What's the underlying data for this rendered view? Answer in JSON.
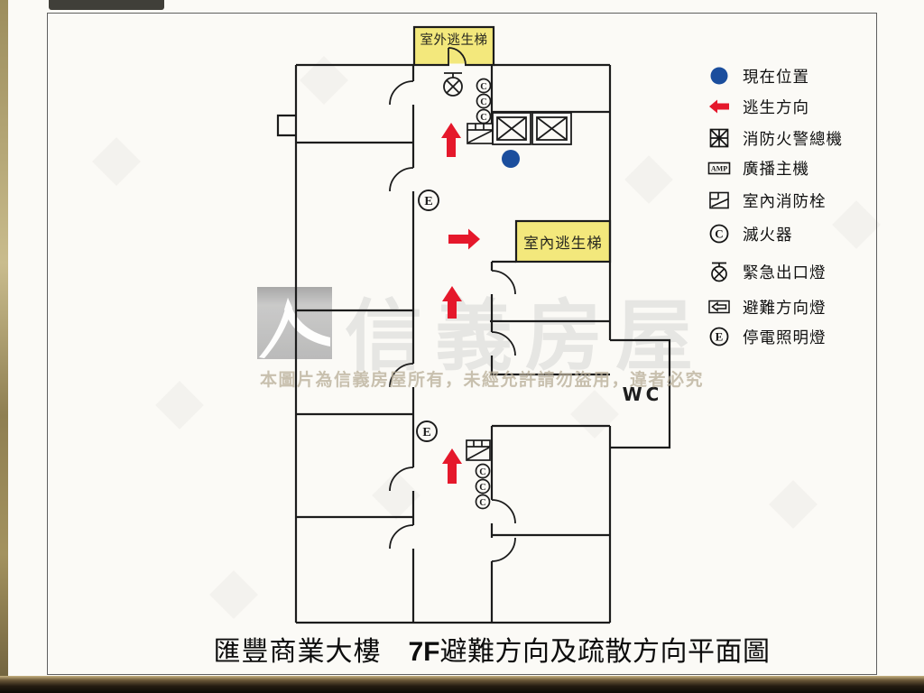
{
  "page": {
    "title": {
      "building": "匯豐商業大樓",
      "floor": "7F",
      "rest": "避難方向及疏散方向平面圖"
    }
  },
  "plan": {
    "labels": {
      "outdoor_stair": "室外逃生梯",
      "indoor_stair": "室內逃生梯",
      "wc": "WC"
    },
    "symbols": {
      "extinguisher_letter": "C",
      "blackout_letter": "E"
    }
  },
  "legend": {
    "items": [
      {
        "icon": "current-location",
        "label": "現在位置"
      },
      {
        "icon": "escape-direction",
        "label": "逃生方向"
      },
      {
        "icon": "fire-alarm-panel",
        "label": "消防火警總機"
      },
      {
        "icon": "broadcast-amp",
        "label": "廣播主機",
        "icon_text": "AMP"
      },
      {
        "icon": "indoor-hydrant",
        "label": "室內消防栓"
      },
      {
        "icon": "fire-extinguisher",
        "label": "滅火器",
        "icon_text": "C"
      },
      {
        "icon": "emergency-exit-light",
        "label": "緊急出口燈"
      },
      {
        "icon": "evacuation-direction-light",
        "label": "避難方向燈"
      },
      {
        "icon": "blackout-light",
        "label": "停電照明燈",
        "icon_text": "E"
      }
    ]
  },
  "watermark": {
    "brand": "信義房屋",
    "notice": "本圖片為信義房屋所有，未經允許請勿盜用，違者必究"
  },
  "colors": {
    "wall_black": "#1c1c1c",
    "stair_yellow": "#f3e87c",
    "arrow_red": "#e5182b",
    "location_blue": "#1b4e9d"
  }
}
